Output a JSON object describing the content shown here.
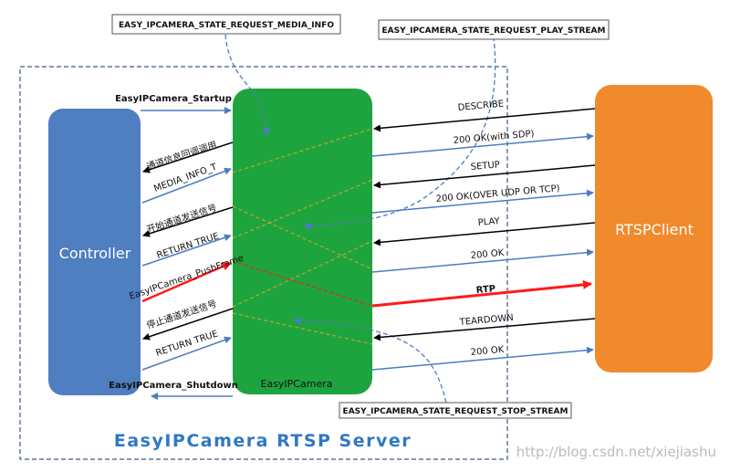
{
  "state_labels": {
    "media_info": "EASY_IPCAMERA_STATE_REQUEST_MEDIA_INFO",
    "play_stream": "EASY_IPCAMERA_STATE_REQUEST_PLAY_STREAM",
    "stop_stream": "EASY_IPCAMERA_STATE_REQUEST_STOP_STREAM"
  },
  "nodes": {
    "controller": "Controller",
    "easyipcamera": "EasyIPCamera",
    "rtspclient": "RTSPClient"
  },
  "server_title": "EasyIPCamera RTSP Server",
  "left_messages": {
    "startup": "EasyIPCamera_Startup",
    "callback": "通道信息回调调用",
    "media_info_t": "MEDIA_INFO_T",
    "start_signal": "开始通道发送信号",
    "return_true_1": "RETURN TRUE",
    "push_frame": "EasyIPCamera_PushFrame",
    "stop_signal": "停止通道发送信号",
    "return_true_2": "RETURN TRUE",
    "shutdown": "EasyIPCamera_Shutdown"
  },
  "right_messages": {
    "describe": "DESCRIBE",
    "ok_sdp": "200 OK(with SDP)",
    "setup": "SETUP",
    "ok_udp_tcp": "200 OK(OVER UDP OR TCP)",
    "play": "PLAY",
    "ok_play": "200 OK",
    "rtp": "RTP",
    "teardown": "TEARDOWN",
    "ok_teardown": "200 OK"
  },
  "watermark": "http://blog.csdn.net/xiejiashu",
  "colors": {
    "controller_fill": "#4f7ec1",
    "easyipcamera_fill": "#1ea43f",
    "rtspclient_fill": "#f08a2c",
    "blue_arrow": "#4a7dbf",
    "red_arrow": "#ff1a1a",
    "dashed_orange": "#e0a030",
    "title_blue": "#2f78c4"
  }
}
